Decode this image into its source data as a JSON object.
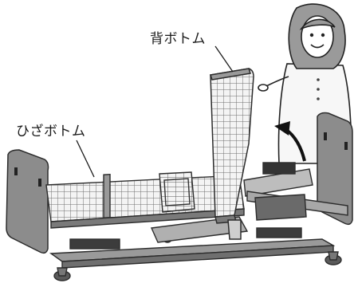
{
  "labels": {
    "back_section": "背ボトム",
    "knee_section": "ひざボトム"
  },
  "colors": {
    "frame": "#3a3a3a",
    "panel": "#8c8c8c",
    "mesh": "#b9b9b9",
    "arrow": "#111111"
  },
  "icons": {
    "direction_arrow": "curved-arrow-up-left"
  }
}
